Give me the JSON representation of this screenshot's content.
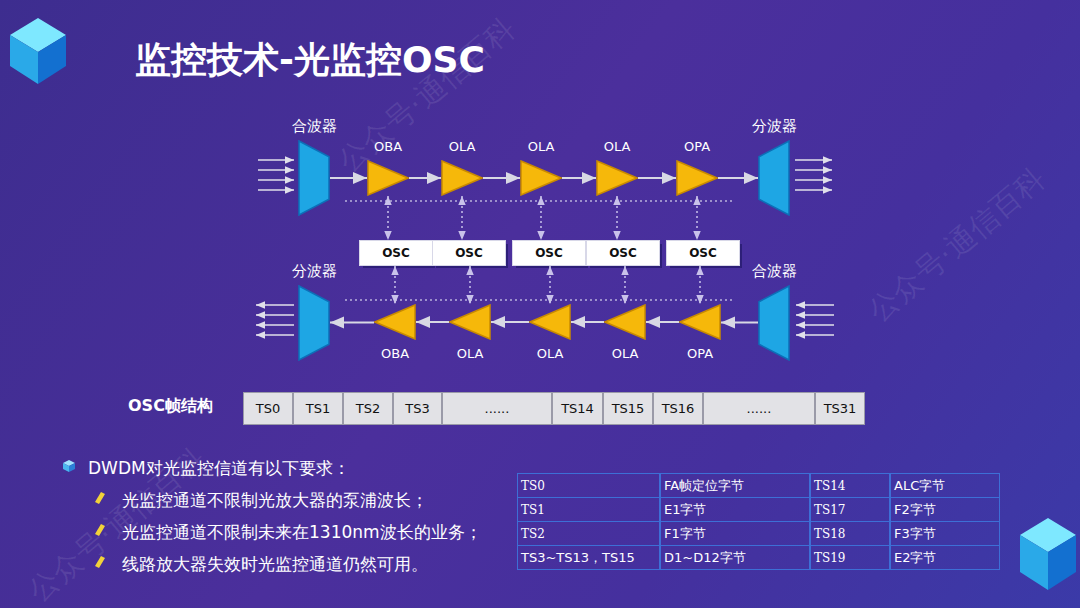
{
  "diagram": {
    "title": "监控技术-光监控OSC",
    "nodes": [
      {
        "text": [
          "合波器"
        ]
      },
      {
        "text": [
          "OBA"
        ]
      },
      {
        "text": [
          "OLA"
        ]
      },
      {
        "text": [
          "OLA"
        ]
      },
      {
        "text": [
          "OLA"
        ]
      },
      {
        "text": [
          "OPA"
        ]
      },
      {
        "text": [
          "分波器"
        ]
      },
      {
        "text": [
          "OSC"
        ]
      },
      {
        "text": [
          "OSC"
        ]
      },
      {
        "text": [
          "OSC"
        ]
      },
      {
        "text": [
          "OSC"
        ]
      },
      {
        "text": [
          "OSC"
        ]
      },
      {
        "text": [
          "分波器"
        ]
      },
      {
        "text": [
          "OBA"
        ]
      },
      {
        "text": [
          "OLA"
        ]
      },
      {
        "text": [
          "OLA"
        ]
      },
      {
        "text": [
          "OLA"
        ]
      },
      {
        "text": [
          "OPA"
        ]
      },
      {
        "text": [
          "合波器"
        ]
      }
    ],
    "edges": [
      {
        "from": 0,
        "to": 1,
        "arrow": "to"
      },
      {
        "from": 1,
        "to": 2,
        "arrow": "to"
      },
      {
        "from": 2,
        "to": 3,
        "arrow": "to"
      },
      {
        "from": 3,
        "to": 4,
        "arrow": "to"
      },
      {
        "from": 4,
        "to": 5,
        "arrow": "to"
      },
      {
        "from": 5,
        "to": 6,
        "arrow": "to"
      },
      {
        "from": 18,
        "to": 17,
        "arrow": "to"
      },
      {
        "from": 17,
        "to": 16,
        "arrow": "to"
      },
      {
        "from": 16,
        "to": 15,
        "arrow": "to"
      },
      {
        "from": 15,
        "to": 14,
        "arrow": "to"
      },
      {
        "from": 14,
        "to": 13,
        "arrow": "to"
      },
      {
        "from": 13,
        "to": 12,
        "arrow": "to"
      },
      {
        "from": 1,
        "to": 7,
        "arrow": "both"
      },
      {
        "from": 2,
        "to": 8,
        "arrow": "both"
      },
      {
        "from": 3,
        "to": 9,
        "arrow": "both"
      },
      {
        "from": 4,
        "to": 10,
        "arrow": "both"
      },
      {
        "from": 5,
        "to": 11,
        "arrow": "both"
      },
      {
        "from": 7,
        "to": 13,
        "arrow": "both"
      },
      {
        "from": 8,
        "to": 14,
        "arrow": "both"
      },
      {
        "from": 9,
        "to": 15,
        "arrow": "both"
      },
      {
        "from": 10,
        "to": 16,
        "arrow": "both"
      },
      {
        "from": 11,
        "to": 17,
        "arrow": "both"
      }
    ],
    "labels": [
      "OSC帧结构",
      "TS0",
      "TS1",
      "TS2",
      "TS3",
      "......",
      "TS14",
      "TS15",
      "TS16",
      "......",
      "TS31",
      "DWDM对光监控信道有以下要求：",
      "光监控通道不限制光放大器的泵浦波长；",
      "光监控通道不限制未来在1310nm波长的业务；",
      "线路放大器失效时光监控通道仍然可用。",
      "TS0",
      "FA帧定位字节",
      "TS14",
      "ALC字节",
      "TS1",
      "E1字节",
      "TS17",
      "F2字节",
      "TS2",
      "F1字节",
      "TS18",
      "F3字节",
      "TS3~TS13，TS15",
      "D1~D12字节",
      "TS19",
      "E2字节",
      "公众号·通信百科",
      "公众号·通信百科",
      "公众号·通信百科"
    ]
  }
}
